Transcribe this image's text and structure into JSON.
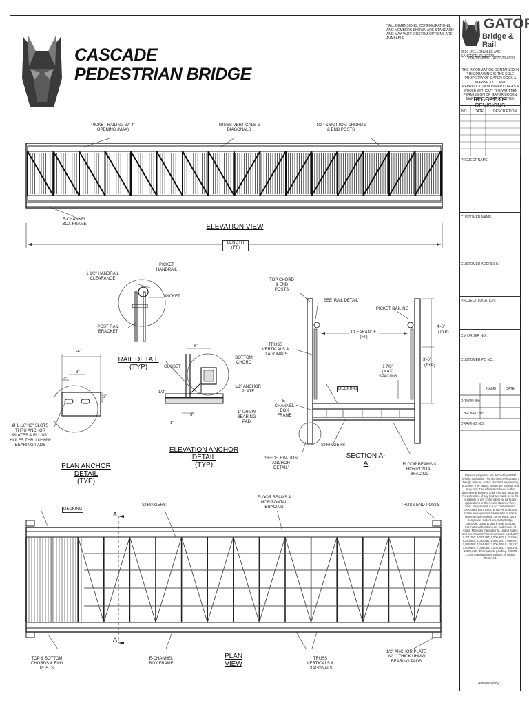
{
  "title": {
    "line1": "CASCADE",
    "line2": "PEDESTRIAN BRIDGE"
  },
  "disclaimer": "* ALL DIMENSIONS, CONFIGURATIONS, AND MEMBERS SHOWN ARE STANDARD AND MAY VARY. CUSTOM OPTIONS ARE AVAILABLE.",
  "company": {
    "name1": "GATOR",
    "name2": "Bridge & Rail",
    "address": "2690 MELLONVILLE AVE. SANFORD, FL 32773",
    "phone1": "800/256-8887",
    "phone2": "407/323-0190",
    "notice": "THE INFORMATION CONTAINED IN THIS DRAWING IS THE SOLE PROPERTY OF GATOR DOCK & MARINE, LLC. ANY REPRODUCTION IN PART OR AS A WHOLE WITHOUT THE WRITTEN PERMISSION OF GATOR DOCK & MARINE, LLC IS PROHIBITED."
  },
  "revisions": {
    "heading": "RECORD OF REVISIONS",
    "col_no": "No.",
    "col_date": "DATE",
    "col_desc": "DESCRIPTION"
  },
  "fields": {
    "project_name": "PROJECT NAME:",
    "customer_name": "CUSTOMER NAME:",
    "customer_address": "CUSTOMER ADDRESS:",
    "project_location": "PROJECT LOCATION:",
    "cm_order": "CM ORDER NO.:",
    "customer_po": "CUSTOMER PO NO.:",
    "name": "NAME",
    "date": "DATE",
    "drawn_by": "DRAWN BY:",
    "checked_by": "CHECKED BY:",
    "drawing_no": "DRAWING NO.:",
    "authorized_by": "Authorized by:"
  },
  "properties_note": "Physical properties are defined by ASTM testing standards. The Aluminum Association Design Manual, and/or standard engineering practices. The values shown are nominal and may vary. The information found in this document is believed to be true and accurate. No warranties of any kind are made as to the suitability of any CM product for particular applications or the results obtained there from. ShoreGuard, C-Loc, TimberGuard, GeoGuard, Dura Dock, Shore All and Gator Gates are registered trademarks of Crane Materials International. ArmorWare, Ultra Composite, GatorDock, GatorBridge, GatorRail, Gator Bridge & Rail, and CMI International Solutions are trademarks of Crane Materials International. United States and International Patent numbers: 5,145,287; 7,301,150; 5,322,387; 6,000,883; 6,231,994; 6,250,863; 6,092,580; 6,530,401; 7,059,807; 7,056,088; 7,204,661; 7,000,288; 5,175,197; 7,009,807; 7,056,088; 7,204,661; 7,000,288; 1,020,345. Other patents pending. © 2009 Crane Materials International. All Rights Reserved.",
  "elevation": {
    "label_picket": "PICKET RAILING W/ 4\" OPENING (MAX)",
    "label_truss": "TRUSS VERTICALS & DIAGONALS",
    "label_chords": "TOP & BOTTOM CHORDS & END POSTS",
    "label_echannel": "E-CHANNEL BOX FRAME",
    "view_title": "ELEVATION VIEW",
    "length": "LENGTH (FT.)"
  },
  "rail_detail": {
    "handrail_clear": "1 1/2\" HANDRAIL CLEARANCE",
    "picket_handrail": "PICKET HANDRAIL",
    "picket": "PICKET",
    "post_bracket": "POST RAIL BRACKET",
    "title": "RAIL DETAIL",
    "typ": "(TYP)"
  },
  "anchor_elev": {
    "dim6": "6\"",
    "gusset": "GUSSET",
    "bottom_chord": "BOTTOM CHORD",
    "half": "1/2\"",
    "anchor_plate": "1/2\" ANCHOR PLATE",
    "bearing_pad": "1\" UHMW BEARING PAD",
    "dim1": "1\"",
    "dim3": "3\"",
    "title": "ELEVATION ANCHOR DETAIL",
    "typ": "(TYP)"
  },
  "plan_anchor": {
    "dim14": "1'-4\"",
    "dim4": "4\"",
    "dim8": "8\"",
    "dim3": "3\"",
    "slots": "Ø 1 1/8\"x3\" SLOTS THRU ANCHOR PLATES & Ø 1 1/8\" HOLES THRU UHMW BEARING PADS",
    "title": "PLAN ANCHOR DETAIL",
    "typ": "(TYP)"
  },
  "section": {
    "top_chord": "TOP CHORD & END POSTS",
    "see_rail": "SEE 'RAIL DETAIL'",
    "picket_railing": "PICKET RAILING",
    "dim46": "4'-6\"",
    "dim46typ": "(TYP)",
    "truss": "TRUSS VERTICALS & DIAGONALS",
    "clearance": "CLEARANCE (FT)",
    "spacing": "1 7/8\" (MAX) SPACING",
    "dim36": "3'-6\"",
    "dim36typ": "(TYP)",
    "decking": "DECKING",
    "echannel": "E-CHANNEL BOX FRAME",
    "stringers": "STRINGERS",
    "see_anchor": "SEE 'ELEVATION ANCHOR DETAIL'",
    "title": "SECTION A-A",
    "floor_beams": "FLOOR BEAMS & HORIZONTAL BRACING"
  },
  "plan": {
    "decking": "DECKING",
    "a_top": "A",
    "a_bottom": "A",
    "stringers": "STRINGERS",
    "floor_beams": "FLOOR BEAMS & HORIZONTAL BRACING",
    "truss_end_posts": "TRUSS END POSTS",
    "chords": "TOP & BOTTOM CHORDS & END POSTS",
    "echannel": "E-CHANNEL BOX FRAME",
    "title": "PLAN VIEW",
    "truss": "TRUSS VERTICALS & DIAGONALS",
    "anchor": "1/2\" ANCHOR PLATE W/ 1\" THICK UHMW BEARING PADS"
  }
}
